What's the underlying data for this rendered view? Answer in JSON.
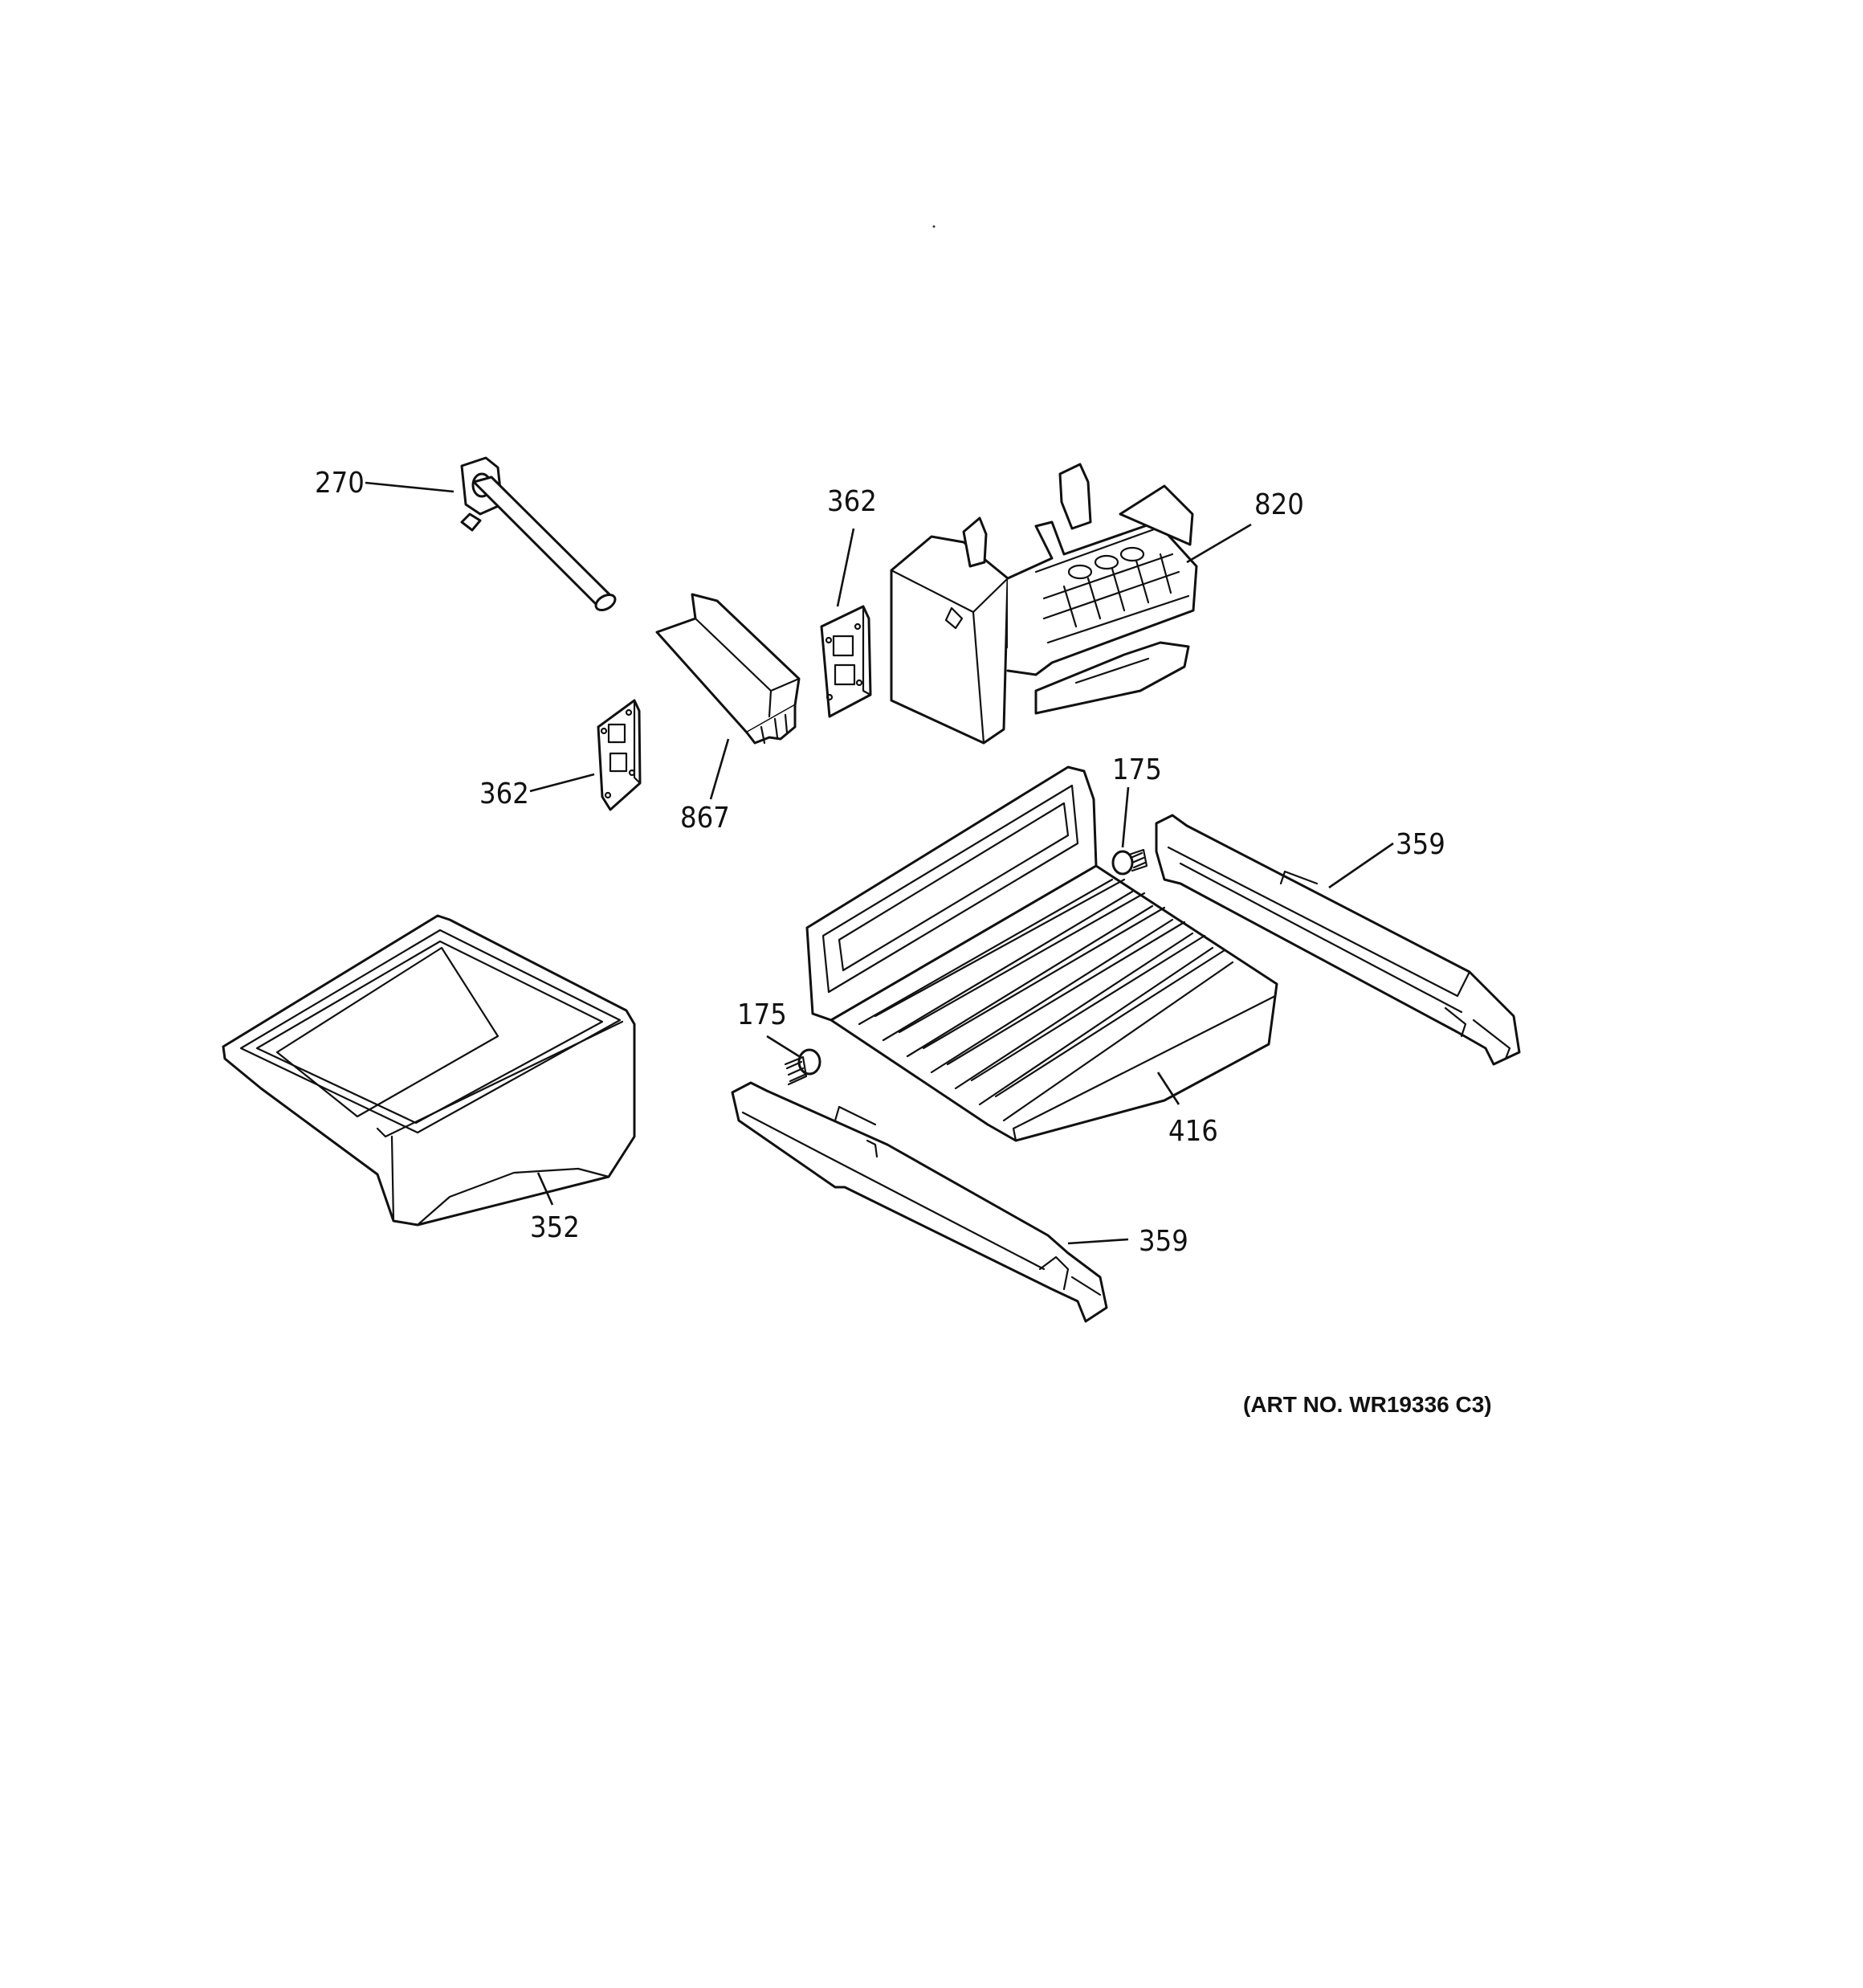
{
  "diagram": {
    "callouts": [
      {
        "id": "270",
        "label": "270",
        "part": "fill-tube"
      },
      {
        "id": "362a",
        "label": "362",
        "part": "mounting-bracket-upper"
      },
      {
        "id": "820",
        "label": "820",
        "part": "icemaker"
      },
      {
        "id": "867",
        "label": "867",
        "part": "shutoff-arm-housing"
      },
      {
        "id": "362b",
        "label": "362",
        "part": "mounting-bracket-lower"
      },
      {
        "id": "175a",
        "label": "175",
        "part": "screw-upper"
      },
      {
        "id": "359a",
        "label": "359",
        "part": "slide-rail-right"
      },
      {
        "id": "175b",
        "label": "175",
        "part": "screw-lower"
      },
      {
        "id": "416",
        "label": "416",
        "part": "shelf"
      },
      {
        "id": "352",
        "label": "352",
        "part": "ice-bucket"
      },
      {
        "id": "359b",
        "label": "359",
        "part": "slide-rail-left"
      }
    ],
    "art_note": "(ART NO. WR19336 C3)"
  }
}
